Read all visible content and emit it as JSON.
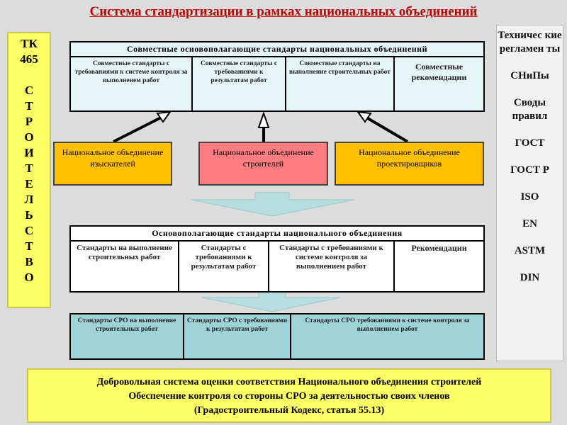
{
  "title": "Система стандартизации в рамках национальных объединений",
  "left_box": {
    "lines": [
      "ТК",
      "465",
      "",
      "С",
      "Т",
      "Р",
      "О",
      "И",
      "Т",
      "Е",
      "Л",
      "Ь",
      "С",
      "Т",
      "В",
      "О"
    ]
  },
  "right_box": {
    "items": [
      "Техничес кие регламен ты",
      "СНиПы",
      "Своды правил",
      "ГОСТ",
      "ГОСТ Р",
      "ISO",
      "EN",
      "ASTM",
      "DIN"
    ]
  },
  "joint": {
    "header": "Совместные  основополагающие стандарты национальных объединений",
    "cells": [
      "Совместные стандарты с требованиями к системе контроля за выполненем работ",
      "Совместные стандарты с требованиями к результатам работ",
      "Совместные стандарты на выполнение строительных работ",
      "Совместные рекомендации"
    ]
  },
  "orgs": [
    "Национальное объединение изыскателей",
    "Национальное объединение строителей",
    "Национальное объединение проектировщиков"
  ],
  "national": {
    "header": "Основополагающие стандарты национального объединения",
    "cells": [
      "Стандарты на выполнение строительных работ",
      "Стандарты с требованиями к результатам работ",
      "Стандарты с требованиями к системе контроля за выполнением работ",
      "Рекомендации"
    ]
  },
  "sro": {
    "cells": [
      "Стандарты СРО на выполнение строительных работ",
      "Стандарты СРО с требованиями к результатам работ",
      "Стандарты СРО требованиями к системе контроля за выполнением работ"
    ]
  },
  "footer": {
    "lines": [
      "Добровольная система оценки соответствия Национального объединения строителей",
      "Обеспечение контроля со стороны СРО за деятельностью своих членов",
      "(Градостроительный Кодекс, статья 55.13)"
    ]
  },
  "colors": {
    "title": "#c00000",
    "yellow": "#ffff66",
    "orange": "#ffc000",
    "pink": "#ff7c80",
    "teal": "#9ed3d8",
    "light": "#e6f5f5"
  }
}
